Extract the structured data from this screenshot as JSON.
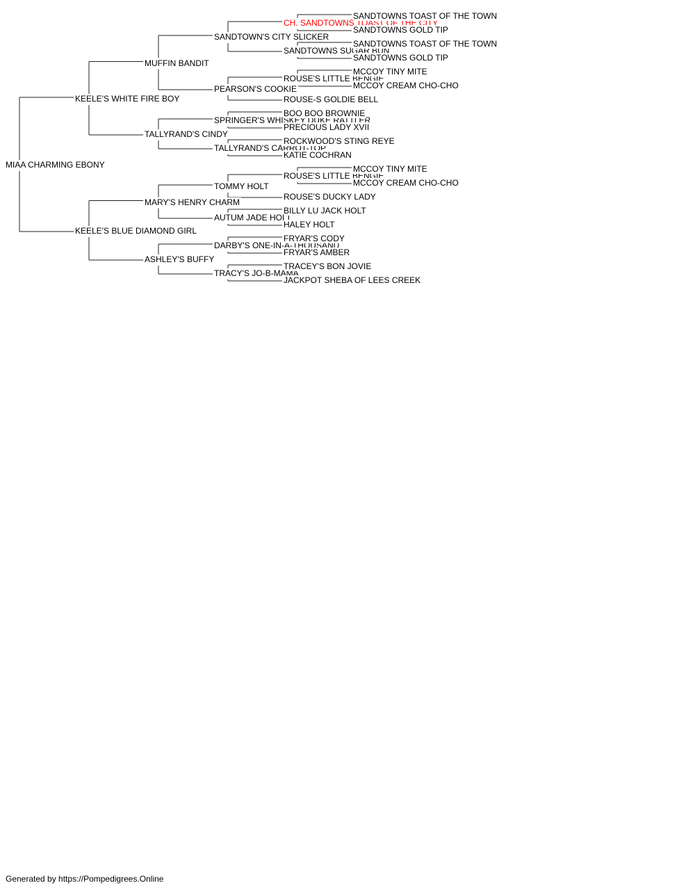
{
  "tree": {
    "name": "MIAA CHARMING EBONY",
    "children": [
      {
        "name": "KEELE'S WHITE FIRE BOY",
        "children": [
          {
            "name": "MUFFIN BANDIT",
            "children": [
              {
                "name": "SANDTOWN'S CITY SLICKER",
                "children": [
                  {
                    "name": "CH. SANDTOWNS TOAST OF THE CITY",
                    "champion": true,
                    "children": [
                      {
                        "name": "SANDTOWNS TOAST OF THE TOWN"
                      },
                      {
                        "name": "SANDTOWNS GOLD TIP"
                      }
                    ]
                  },
                  {
                    "name": "SANDTOWNS SUGAR BUN",
                    "children": [
                      {
                        "name": "SANDTOWNS TOAST OF THE TOWN"
                      },
                      {
                        "name": "SANDTOWNS GOLD TIP"
                      }
                    ]
                  }
                ]
              },
              {
                "name": "PEARSON'S COOKIE",
                "children": [
                  {
                    "name": "ROUSE'S LITTLE BENGIE",
                    "children": [
                      {
                        "name": "MCCOY TINY MITE"
                      },
                      {
                        "name": "MCCOY CREAM CHO-CHO"
                      }
                    ]
                  },
                  {
                    "name": "ROUSE-S GOLDIE BELL"
                  }
                ]
              }
            ]
          },
          {
            "name": "TALLYRAND'S CINDY",
            "children": [
              {
                "name": "SPRINGER'S WHISKEY DUKE RATTLER",
                "children": [
                  {
                    "name": "BOO BOO BROWNIE"
                  },
                  {
                    "name": "PRECIOUS LADY XVII"
                  }
                ]
              },
              {
                "name": "TALLYRAND'S CARROT-TOP",
                "children": [
                  {
                    "name": "ROCKWOOD'S STING REYE"
                  },
                  {
                    "name": "KATIE COCHRAN"
                  }
                ]
              }
            ]
          }
        ]
      },
      {
        "name": "KEELE'S BLUE DIAMOND GIRL",
        "children": [
          {
            "name": "MARY'S HENRY CHARM",
            "children": [
              {
                "name": "TOMMY HOLT",
                "children": [
                  {
                    "name": "ROUSE'S LITTLE BENGIE",
                    "children": [
                      {
                        "name": "MCCOY TINY MITE"
                      },
                      {
                        "name": "MCCOY CREAM CHO-CHO"
                      }
                    ]
                  },
                  {
                    "name": "ROUSE'S DUCKY LADY"
                  }
                ]
              },
              {
                "name": "AUTUM JADE HOLT",
                "children": [
                  {
                    "name": "BILLY LU JACK HOLT"
                  },
                  {
                    "name": "HALEY HOLT"
                  }
                ]
              }
            ]
          },
          {
            "name": "ASHLEY'S BUFFY",
            "children": [
              {
                "name": "DARBY'S ONE-IN-A-THOUSAND",
                "children": [
                  {
                    "name": "FRYAR'S CODY"
                  },
                  {
                    "name": "FRYAR'S AMBER"
                  }
                ]
              },
              {
                "name": "TRACY'S JO-B-MAMA",
                "children": [
                  {
                    "name": "TRACEY'S BON JOVIE"
                  },
                  {
                    "name": "JACKPOT SHEBA OF LEES CREEK"
                  }
                ]
              }
            ]
          }
        ]
      }
    ]
  },
  "footer": {
    "credit": "Generated by https://Pompedigrees.Online"
  },
  "colors": {
    "line": "#222222",
    "text": "#000000",
    "champion": "#ff0000",
    "background": "#ffffff"
  }
}
